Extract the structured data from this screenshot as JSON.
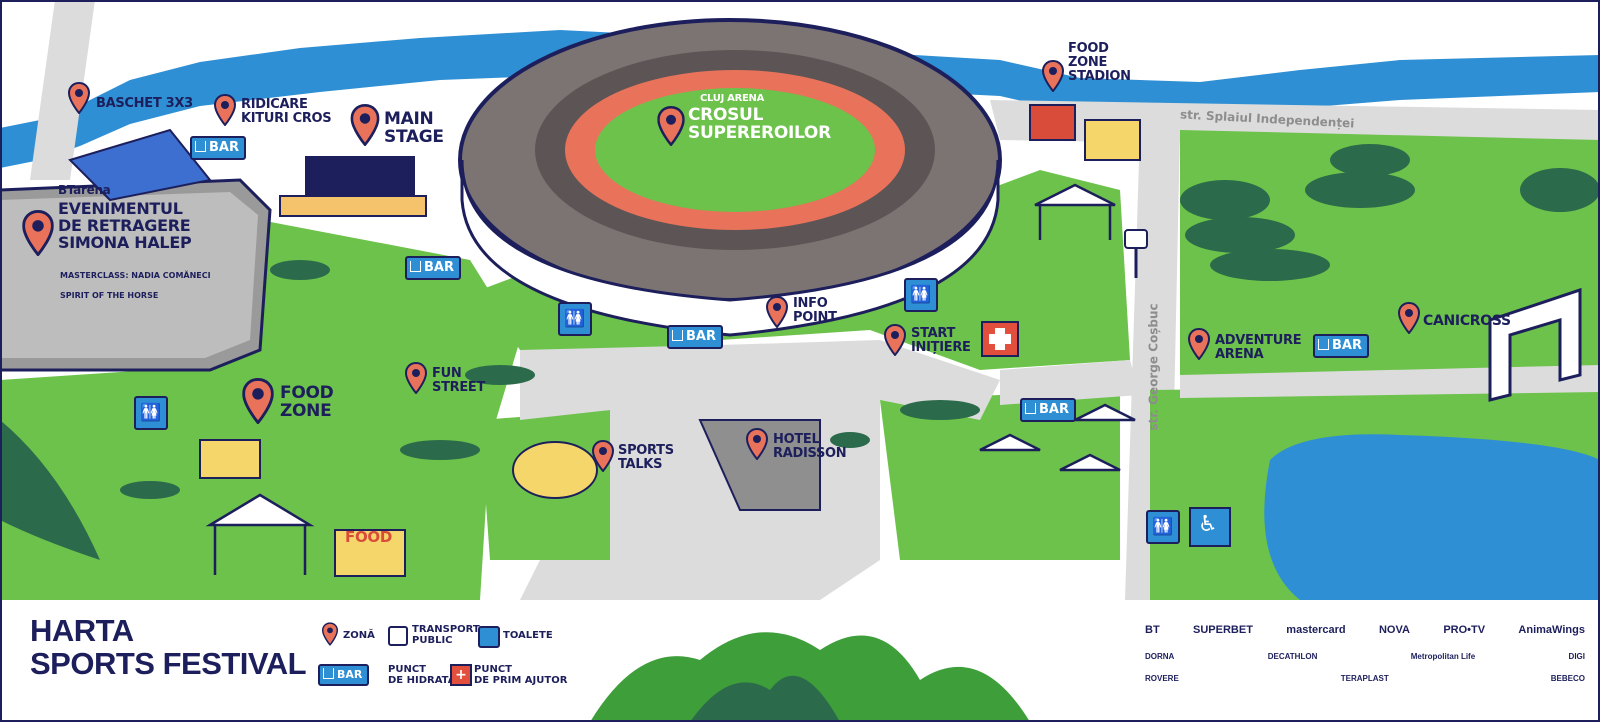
{
  "title": {
    "line1": "HARTA",
    "line2": "SPORTS FESTIVAL"
  },
  "streets": {
    "splaiul": "str. Splaiul Independenței",
    "cosbuc": "str. George Coșbuc"
  },
  "zones": {
    "baschet": "BASCHET 3X3",
    "ridicare1": "RIDICARE",
    "ridicare2": "KITURI CROS",
    "main1": "MAIN",
    "main2": "STAGE",
    "btarena": "BTarena",
    "halep1": "EVENIMENTUL",
    "halep2": "DE RETRAGERE",
    "halep3": "SIMONA HALEP",
    "masterclass": "MASTERCLASS: NADIA COMĂNECI",
    "spirit": "SPIRIT OF THE HORSE",
    "arena_small": "CLUJ ARENA",
    "cros1": "CROSUL",
    "cros2": "SUPEREROILOR",
    "foodstadion1": "FOOD",
    "foodstadion2": "ZONE",
    "foodstadion3": "STADION",
    "info1": "INFO",
    "info2": "POINT",
    "start1": "START",
    "start2": "INIȚIERE",
    "adventure1": "ADVENTURE",
    "adventure2": "ARENA",
    "canicross": "CANICROSS",
    "food1": "FOOD",
    "food2": "ZONE",
    "fun1": "FUN",
    "fun2": "STREET",
    "talks1": "SPORTS",
    "talks2": "TALKS",
    "hotel1": "HOTEL",
    "hotel2": "RADISSON",
    "truck_food": "FOOD"
  },
  "bar_label": "BAR",
  "legend": {
    "zona": "ZONĂ",
    "transport1": "TRANSPORT",
    "transport2": "PUBLIC",
    "toalete": "TOALETE",
    "hidratare1": "PUNCT",
    "hidratare2": "DE HIDRATARE",
    "ajutor1": "PUNCT",
    "ajutor2": "DE PRIM AJUTOR",
    "bar": "BAR"
  },
  "sponsors": {
    "row1": [
      "BT",
      "SUPERBET",
      "mastercard",
      "NOVA",
      "PRO•TV",
      "AnimaWings"
    ],
    "row2": [
      "DORNA",
      "DECATHLON",
      "Metropolitan Life",
      "DIGI"
    ],
    "row3": [
      "ROVERE",
      "TERAPLAST",
      "BEBECO"
    ]
  },
  "colors": {
    "navy": "#1d1f5c",
    "grass": "#6cc24a",
    "water": "#2f8fd4",
    "track": "#e8735a",
    "path": "#d9d9d9",
    "pin": "#e8735a"
  }
}
